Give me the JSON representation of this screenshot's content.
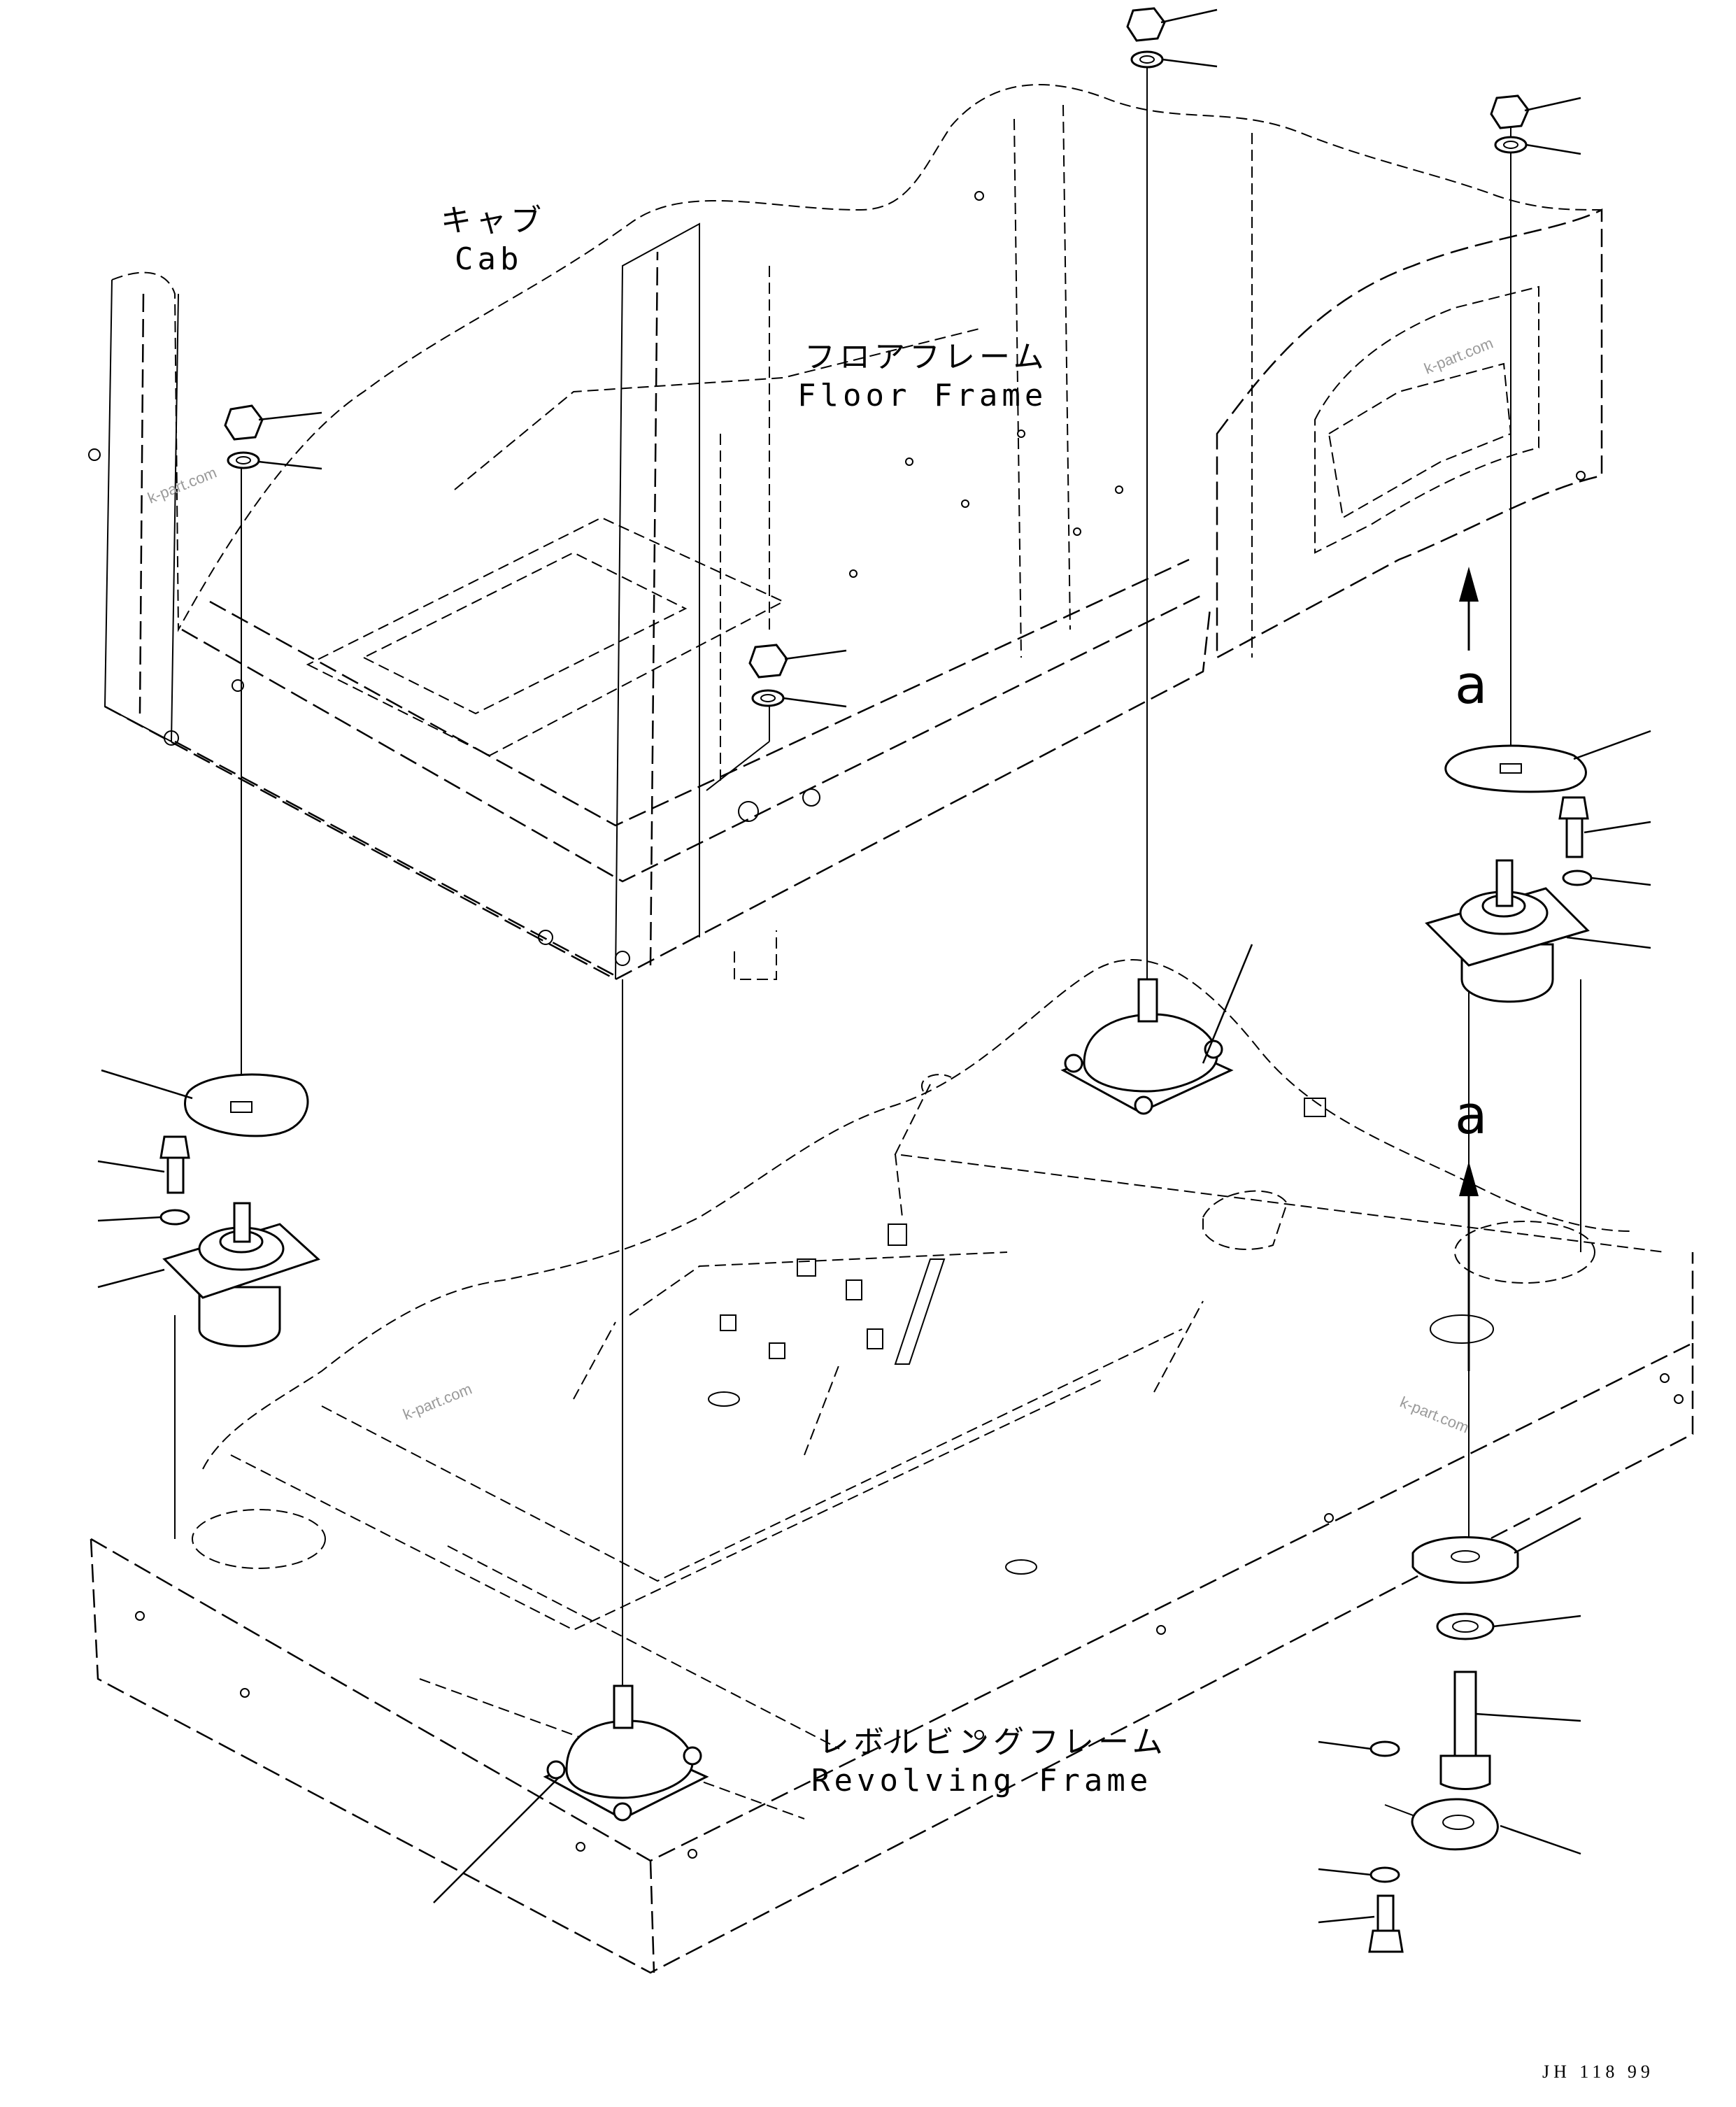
{
  "labels": {
    "cab_jp": "キャブ",
    "cab_en": "Cab",
    "floor_jp": "フロアフレーム",
    "floor_en": "Floor Frame",
    "revolving_jp": "レボルビングフレーム",
    "revolving_en": "Revolving Frame",
    "arrow_a_upper": "a",
    "arrow_a_lower": "a"
  },
  "watermarks": [
    "k-part.com",
    "k-part.com",
    "k-part.com",
    "k-part.com"
  ],
  "drawing_code": "JH 118 99"
}
